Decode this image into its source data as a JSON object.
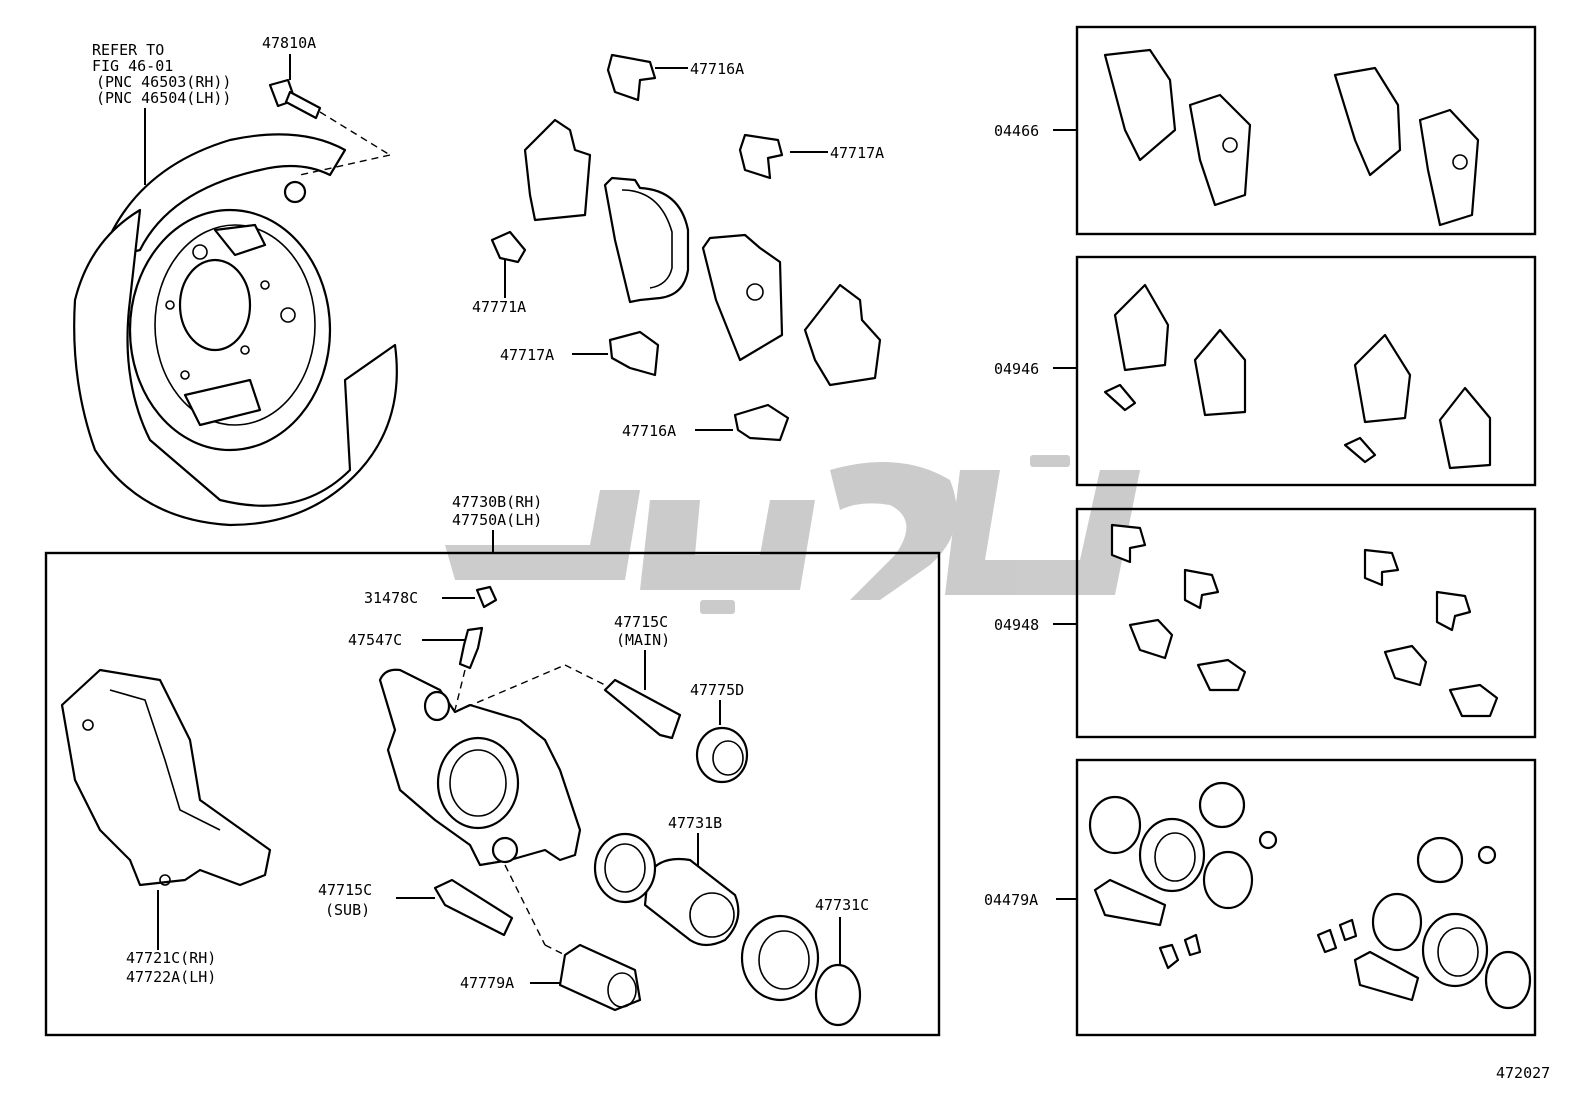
{
  "labels": {
    "refer": [
      "REFER TO",
      "FIG 46-01",
      "(PNC 46503(RH))",
      "(PNC 46504(LH))"
    ],
    "bolt": "47810A",
    "clip_top": "47716A",
    "clip_mid": "47717A",
    "wear_clip": "47771A",
    "clip_low": "47717A",
    "clip_bottom": "47716A",
    "caliper_assy": [
      "47730B(RH)",
      "47750A(LH)"
    ],
    "cap": "31478C",
    "bleeder": "47547C",
    "pin_main": [
      "47715C",
      "(MAIN)"
    ],
    "boot_main": "47775D",
    "piston": "47731B",
    "pin_sub": [
      "47715C",
      "(SUB)"
    ],
    "seal_kit": "47731C",
    "boot_sub": "47779A",
    "mounting": [
      "47721C(RH)",
      "47722A(LH)"
    ],
    "kit_pad": "04466",
    "kit_shim": "04946",
    "kit_clip": "04948",
    "kit_cyl": "04479A",
    "figure_no": "472027"
  },
  "watermark": {
    "text": "ﻛﻮﭘﺎﺭﺕ",
    "color": "#c9c9c9"
  }
}
